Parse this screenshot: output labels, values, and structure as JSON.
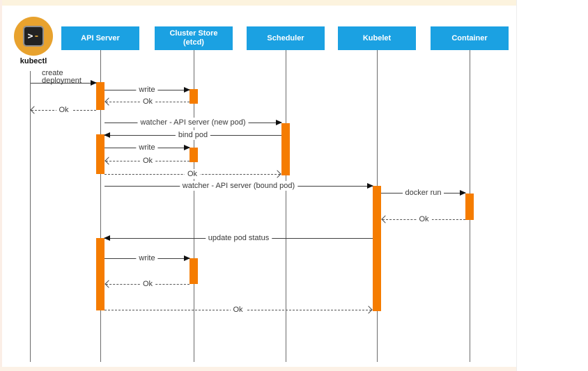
{
  "actors": [
    {
      "id": "kubectl",
      "label": "kubectl"
    },
    {
      "id": "api-server",
      "label": "API Server"
    },
    {
      "id": "cluster-store",
      "label": "Cluster Store",
      "sublabel": "(etcd)"
    },
    {
      "id": "scheduler",
      "label": "Scheduler"
    },
    {
      "id": "kubelet",
      "label": "Kubelet"
    },
    {
      "id": "container",
      "label": "Container"
    }
  ],
  "icons": {
    "kubectl_terminal_prompt": ">",
    "kubectl_terminal_dash": "-"
  },
  "messages": [
    {
      "label": "create deployment",
      "from": "kubectl",
      "to": "api-server",
      "type": "solid"
    },
    {
      "label": "write",
      "from": "api-server",
      "to": "cluster-store",
      "type": "solid"
    },
    {
      "label": "Ok",
      "from": "cluster-store",
      "to": "api-server",
      "type": "dashed"
    },
    {
      "label": "Ok",
      "from": "api-server",
      "to": "kubectl",
      "type": "dashed"
    },
    {
      "label": "watcher - API server (new pod)",
      "from": "api-server",
      "to": "scheduler",
      "type": "solid"
    },
    {
      "label": "bind pod",
      "from": "scheduler",
      "to": "api-server",
      "type": "solid"
    },
    {
      "label": "write",
      "from": "api-server",
      "to": "cluster-store",
      "type": "solid"
    },
    {
      "label": "Ok",
      "from": "cluster-store",
      "to": "api-server",
      "type": "dashed"
    },
    {
      "label": "Ok",
      "from": "api-server",
      "to": "scheduler",
      "type": "dashed"
    },
    {
      "label": "watcher - API server (bound pod)",
      "from": "api-server",
      "to": "kubelet",
      "type": "solid"
    },
    {
      "label": "docker run",
      "from": "kubelet",
      "to": "container",
      "type": "solid"
    },
    {
      "label": "Ok",
      "from": "container",
      "to": "kubelet",
      "type": "dashed"
    },
    {
      "label": "update pod status",
      "from": "kubelet",
      "to": "api-server",
      "type": "solid"
    },
    {
      "label": "write",
      "from": "api-server",
      "to": "cluster-store",
      "type": "solid"
    },
    {
      "label": "Ok",
      "from": "cluster-store",
      "to": "api-server",
      "type": "dashed"
    },
    {
      "label": "Ok",
      "from": "api-server",
      "to": "kubelet",
      "type": "dashed"
    }
  ],
  "colors": {
    "actor_header": "#1BA1E2",
    "activation_bar": "#F57C00",
    "kubectl_circle": "#E8A22E",
    "lifeline": "#6b6b6b",
    "arrow": "#3f3f3f"
  }
}
